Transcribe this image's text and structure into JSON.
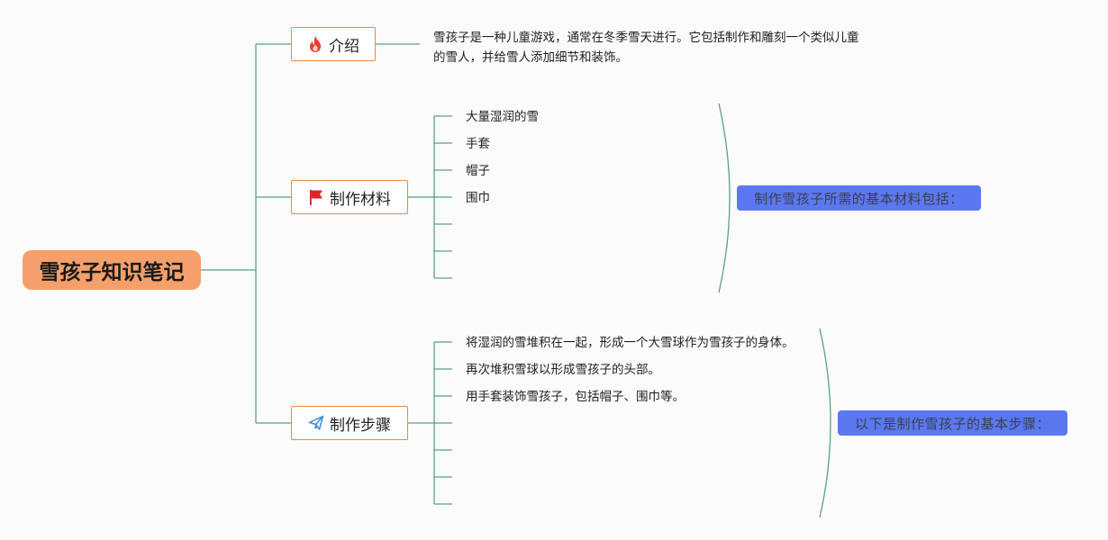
{
  "root": {
    "title": "雪孩子知识笔记"
  },
  "colors": {
    "root_fill": "#f5a06a",
    "branch_border": "#f08a3e",
    "line": "#5aa08a",
    "summary_fill": "#5b78f0"
  },
  "branches": {
    "intro": {
      "label": "介绍",
      "icon": "fire-icon",
      "description_line1": "雪孩子是一种儿童游戏，通常在冬季雪天进行。它包括制作和雕刻一个类似儿童",
      "description_line2": "的雪人，并给雪人添加细节和装饰。"
    },
    "materials": {
      "label": "制作材料",
      "icon": "flag-icon",
      "items": [
        "大量湿润的雪",
        "手套",
        "帽子",
        "围巾"
      ],
      "summary": "制作雪孩子所需的基本材料包括："
    },
    "steps": {
      "label": "制作步骤",
      "icon": "paper-plane-icon",
      "items": [
        "将湿润的雪堆积在一起，形成一个大雪球作为雪孩子的身体。",
        "再次堆积雪球以形成雪孩子的头部。",
        "用手套装饰雪孩子，包括帽子、围巾等。"
      ],
      "summary": "以下是制作雪孩子的基本步骤："
    }
  }
}
